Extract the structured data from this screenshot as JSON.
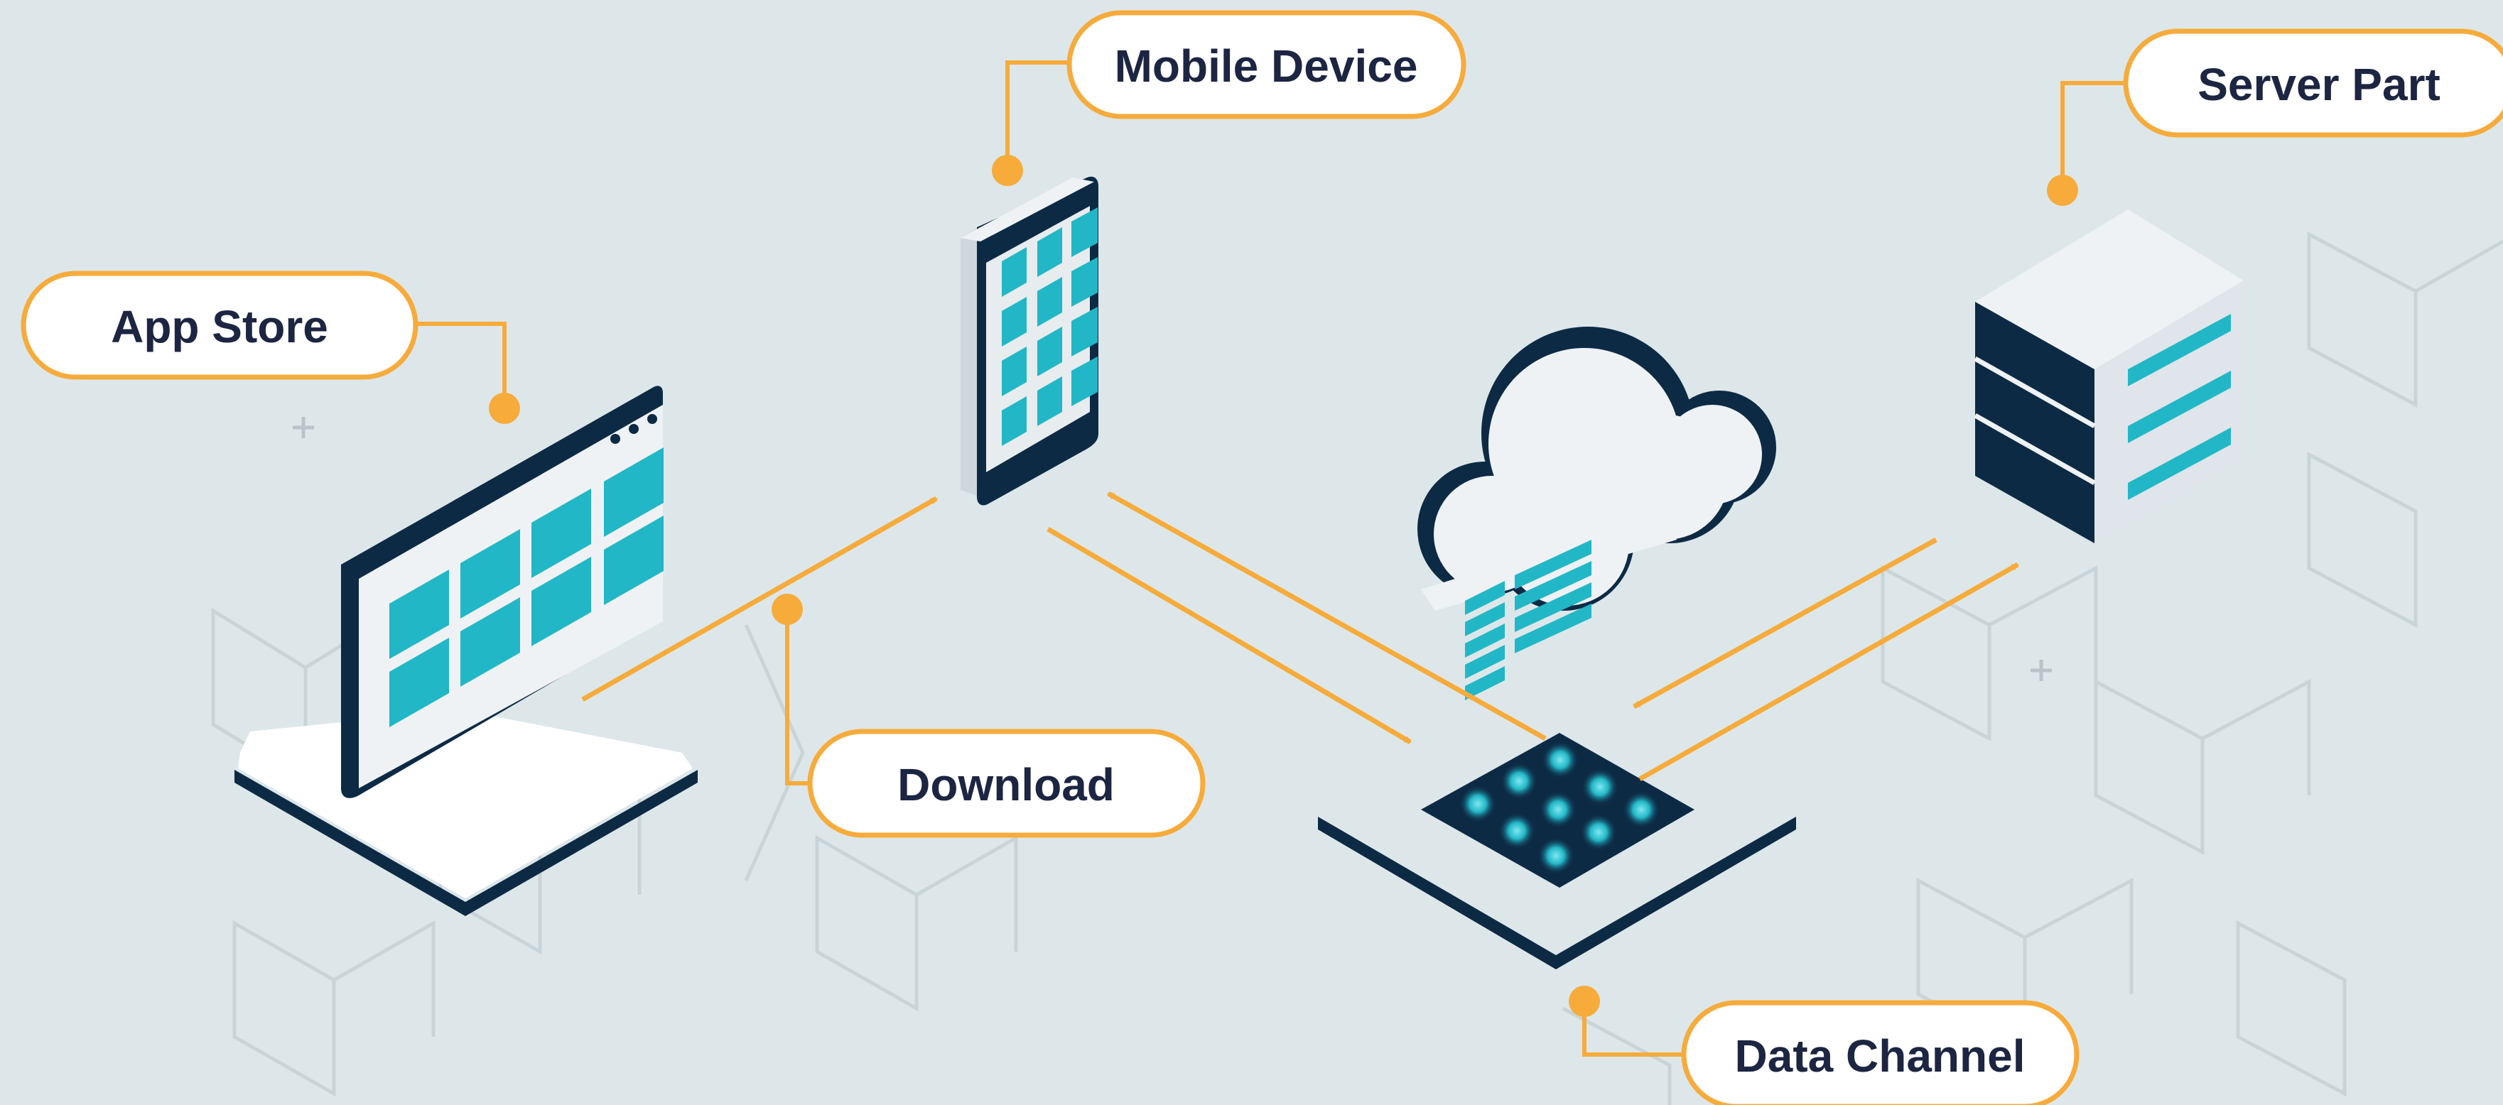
{
  "diagram": {
    "labels": {
      "mobile_device": "Mobile Device",
      "server_part": "Server Part",
      "app_store": "App Store",
      "download": "Download",
      "data_channel": "Data Channel"
    },
    "colors": {
      "background": "#dde7ea",
      "accent_orange": "#f6ab3b",
      "navy": "#0d2a45",
      "teal": "#22b7c6",
      "light_panel": "#eef2f5",
      "text": "#1c2541"
    },
    "nodes": [
      {
        "id": "app-store",
        "icon": "laptop-icon"
      },
      {
        "id": "mobile-device",
        "icon": "phone-icon"
      },
      {
        "id": "cloud",
        "icon": "cloud-icon"
      },
      {
        "id": "data-channel",
        "icon": "chip-icon"
      },
      {
        "id": "server-part",
        "icon": "server-icon"
      }
    ]
  }
}
